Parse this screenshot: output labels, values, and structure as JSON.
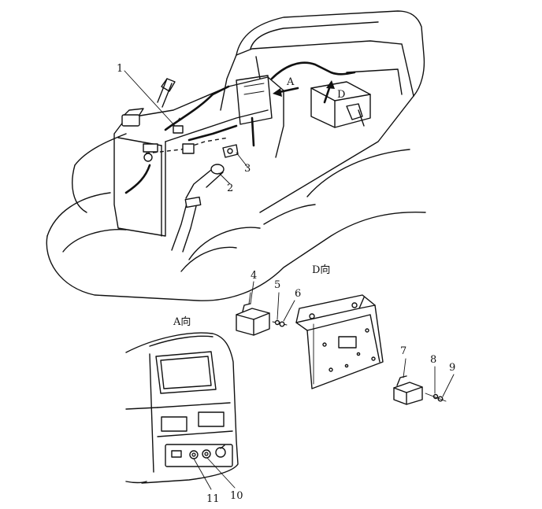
{
  "view_labels": {
    "a_view": "A向",
    "d_view": "D向",
    "arrow_a": "A",
    "arrow_d": "D"
  },
  "callouts": {
    "c1": "1",
    "c2": "2",
    "c3": "3",
    "c4": "4",
    "c5": "5",
    "c6": "6",
    "c7": "7",
    "c8": "8",
    "c9": "9",
    "c10": "10",
    "c11": "11"
  }
}
